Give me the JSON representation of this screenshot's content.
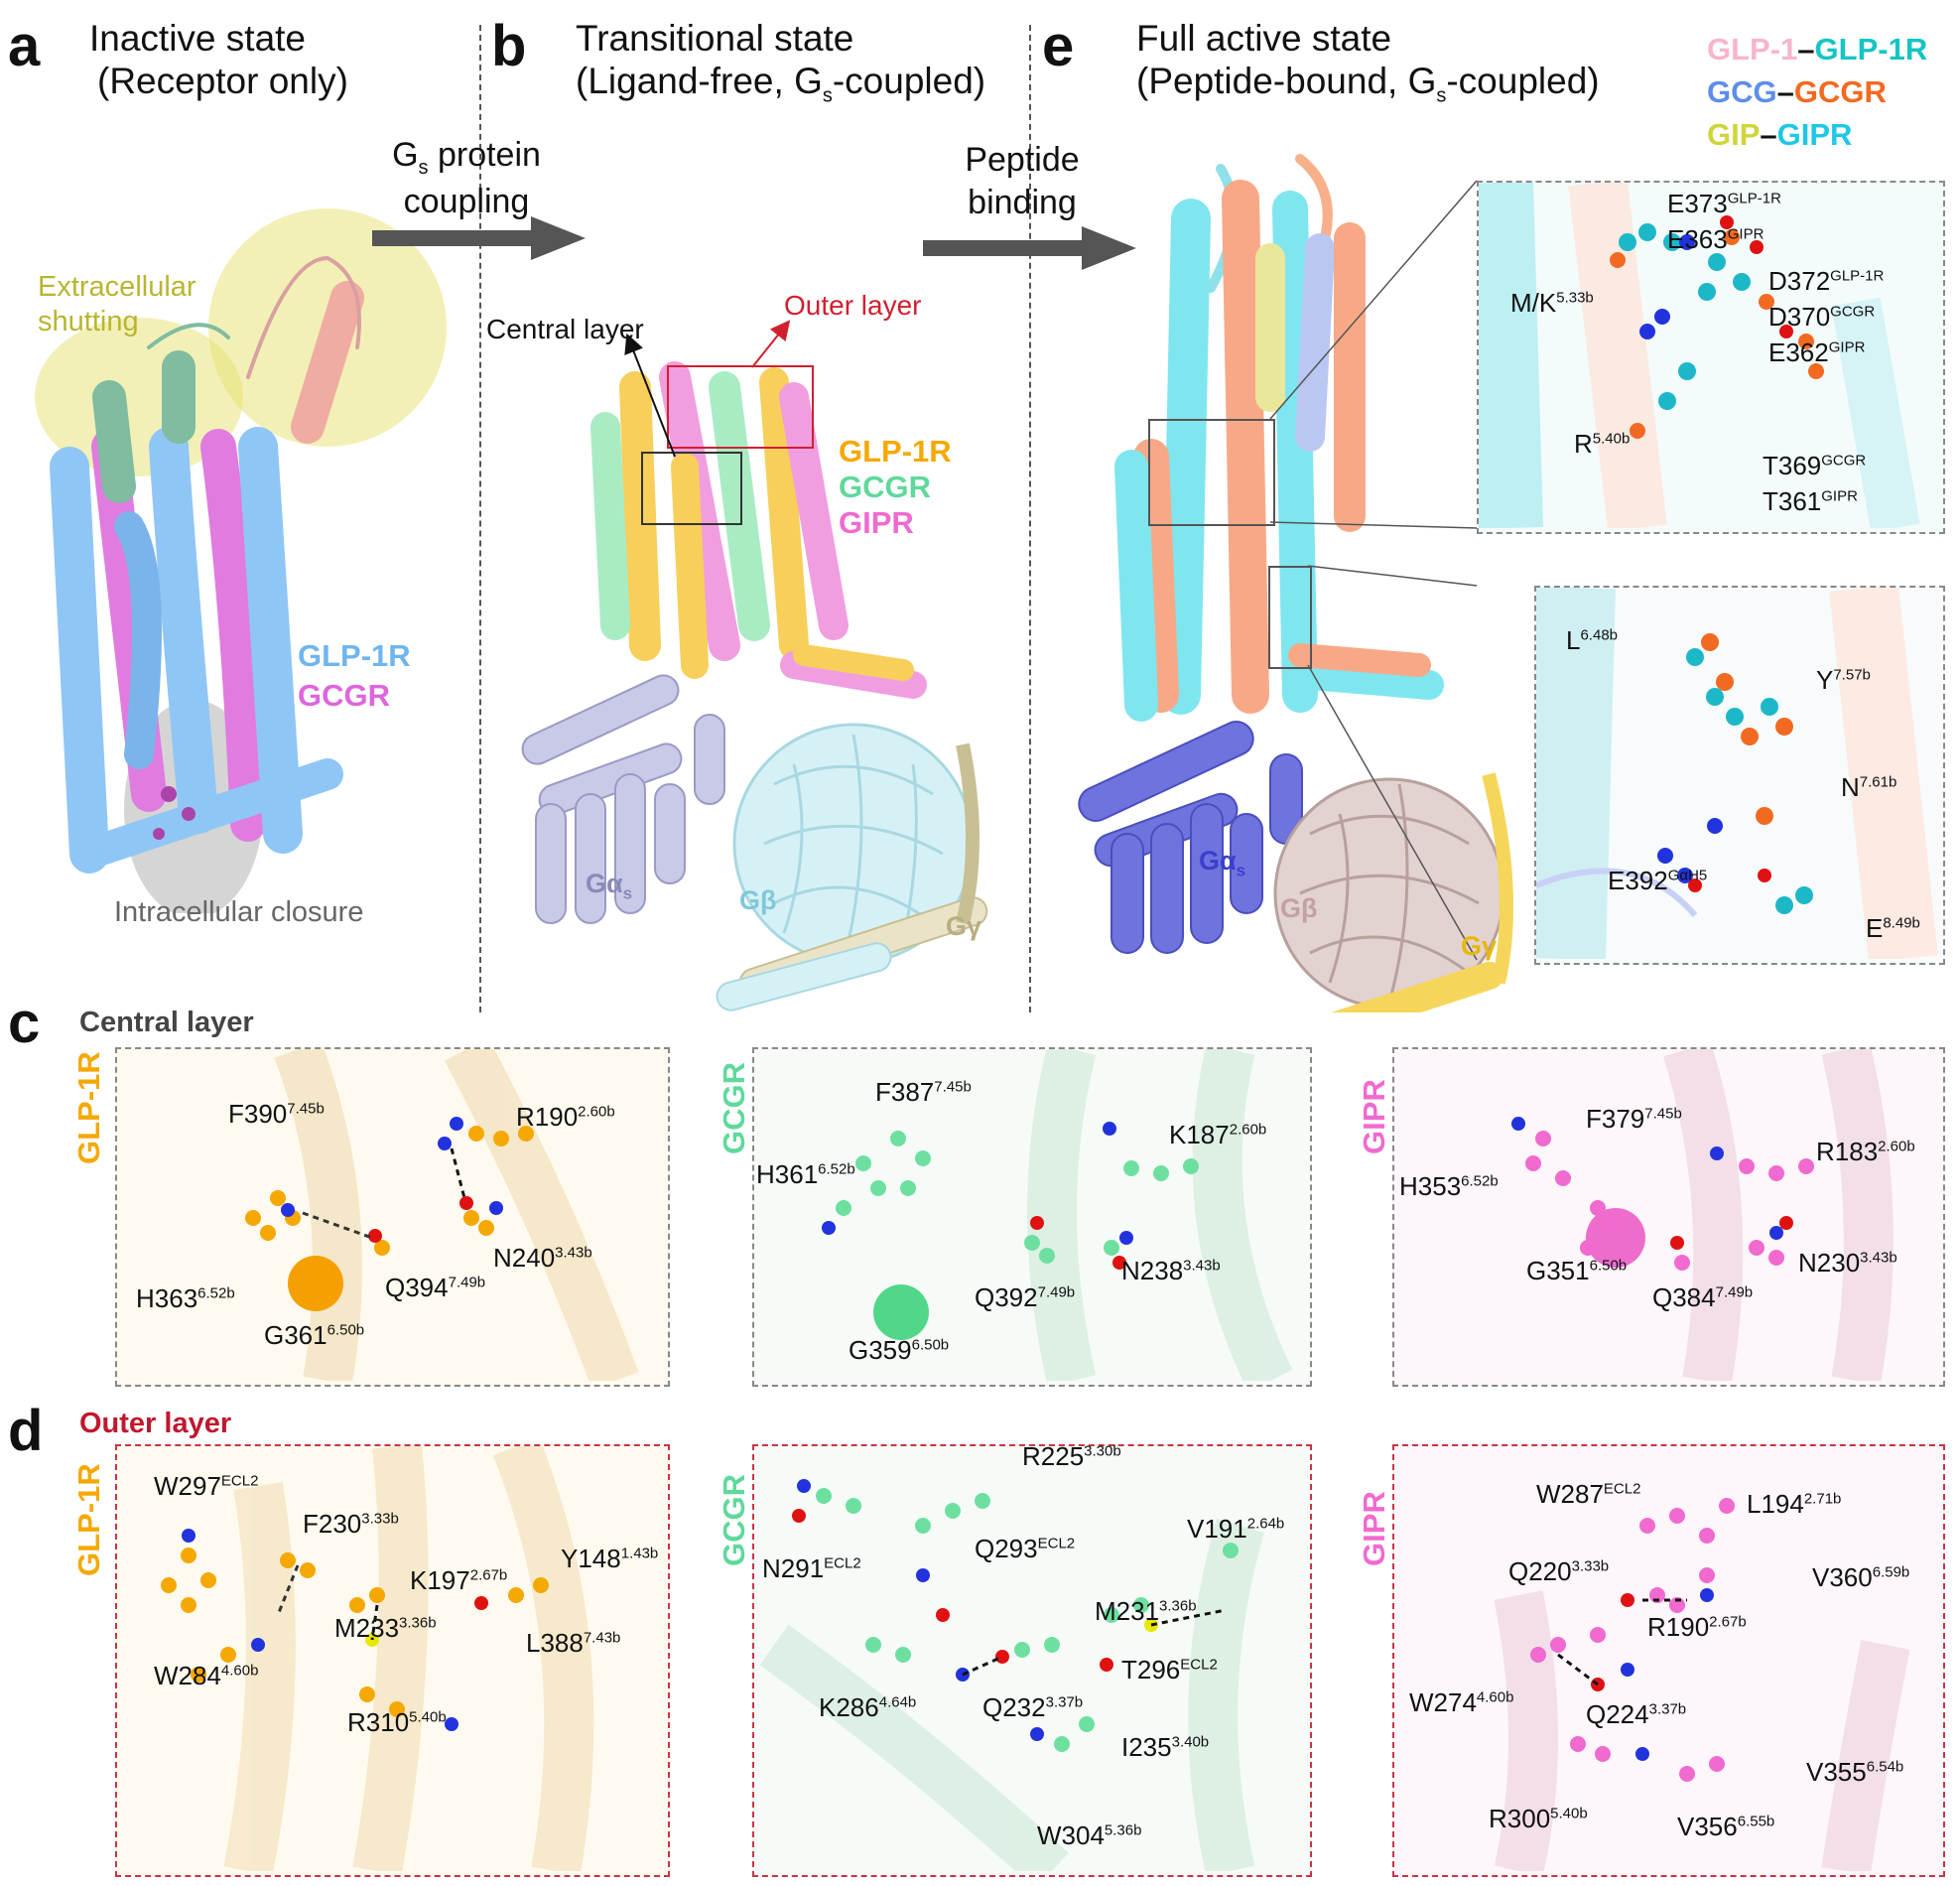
{
  "panels": {
    "a": {
      "letter": "a",
      "title": "Inactive state",
      "subtitle": "(Receptor only)",
      "annot_extracellular": "Extracellular\nshutting",
      "annot_intracellular": "Intracellular closure",
      "legend": [
        {
          "text": "GLP-1R",
          "color": "#6fb5f0"
        },
        {
          "text": "GCGR",
          "color": "#dd66dd"
        }
      ]
    },
    "b": {
      "letter": "b",
      "title": "Transitional state",
      "subtitle_pre": "(Ligand-free, G",
      "subtitle_sub": "s",
      "subtitle_post": "-coupled)",
      "arrow_pre": "G",
      "arrow_sub": "s",
      "arrow_post": " protein",
      "arrow_line2": "coupling",
      "central_layer": "Central layer",
      "outer_layer": "Outer layer",
      "legend": [
        {
          "text": "GLP-1R",
          "color": "#f5a800"
        },
        {
          "text": "GCGR",
          "color": "#5fd99b"
        },
        {
          "text": "GIPR",
          "color": "#f06ad0"
        }
      ],
      "subunits": {
        "ga_pre": "Gα",
        "ga_sub": "s",
        "gb": "Gβ",
        "gg": "Gγ"
      }
    },
    "e": {
      "letter": "e",
      "title": "Full active state",
      "subtitle_pre": "(Peptide-bound, G",
      "subtitle_sub": "s",
      "subtitle_post": "-coupled)",
      "arrow_line1": "Peptide",
      "arrow_line2": "binding",
      "legend": [
        {
          "a": "GLP-1",
          "a_color": "#f7b6c8",
          "b": "GLP-1R",
          "b_color": "#16c4c4"
        },
        {
          "a": "GCG",
          "a_color": "#5d8ee8",
          "b": "GCGR",
          "b_color": "#f26a21"
        },
        {
          "a": "GIP",
          "a_color": "#cfd63a",
          "b": "GIPR",
          "b_color": "#1ec8e6"
        }
      ],
      "subunits": {
        "ga_pre": "Gα",
        "ga_sub": "s",
        "gb": "Gβ",
        "gg": "Gγ"
      },
      "inset_top": [
        {
          "t": "E373",
          "s": "GLP-1R"
        },
        {
          "t": "E363",
          "s": "GIPR"
        },
        {
          "t": "D372",
          "s": "GLP-1R"
        },
        {
          "t": "M/K",
          "s": "5.33b"
        },
        {
          "t": "D370",
          "s": "GCGR"
        },
        {
          "t": "E362",
          "s": "GIPR"
        },
        {
          "t": "R",
          "s": "5.40b"
        },
        {
          "t": "T369",
          "s": "GCGR"
        },
        {
          "t": "T361",
          "s": "GIPR"
        }
      ],
      "inset_bottom": [
        {
          "t": "L",
          "s": "6.48b"
        },
        {
          "t": "Y",
          "s": "7.57b"
        },
        {
          "t": "N",
          "s": "7.61b"
        },
        {
          "t": "E392",
          "s": "GαH5"
        },
        {
          "t": "E",
          "s": "8.49b"
        }
      ]
    },
    "c": {
      "letter": "c",
      "section": "Central layer",
      "section_color": "#444444",
      "boxes": [
        {
          "receptor": "GLP-1R",
          "color": "#f5a800",
          "labels": [
            {
              "t": "F390",
              "s": "7.45b"
            },
            {
              "t": "R190",
              "s": "2.60b"
            },
            {
              "t": "N240",
              "s": "3.43b"
            },
            {
              "t": "H363",
              "s": "6.52b"
            },
            {
              "t": "Q394",
              "s": "7.49b"
            },
            {
              "t": "G361",
              "s": "6.50b"
            }
          ]
        },
        {
          "receptor": "GCGR",
          "color": "#5fd99b",
          "labels": [
            {
              "t": "F387",
              "s": "7.45b"
            },
            {
              "t": "K187",
              "s": "2.60b"
            },
            {
              "t": "H361",
              "s": "6.52b"
            },
            {
              "t": "N238",
              "s": "3.43b"
            },
            {
              "t": "Q392",
              "s": "7.49b"
            },
            {
              "t": "G359",
              "s": "6.50b"
            }
          ]
        },
        {
          "receptor": "GIPR",
          "color": "#f06ad0",
          "labels": [
            {
              "t": "F379",
              "s": "7.45b"
            },
            {
              "t": "H353",
              "s": "6.52b"
            },
            {
              "t": "R183",
              "s": "2.60b"
            },
            {
              "t": "N230",
              "s": "3.43b"
            },
            {
              "t": "G351",
              "s": "6.50b"
            },
            {
              "t": "Q384",
              "s": "7.49b"
            }
          ]
        }
      ]
    },
    "d": {
      "letter": "d",
      "section": "Outer layer",
      "section_color": "#c0182e",
      "boxes": [
        {
          "receptor": "GLP-1R",
          "color": "#f5a800",
          "labels": [
            {
              "t": "W297",
              "s": "ECL2"
            },
            {
              "t": "F230",
              "s": "3.33b"
            },
            {
              "t": "Y148",
              "s": "1.43b"
            },
            {
              "t": "K197",
              "s": "2.67b"
            },
            {
              "t": "M233",
              "s": "3.36b"
            },
            {
              "t": "L388",
              "s": "7.43b"
            },
            {
              "t": "W284",
              "s": "4.60b"
            },
            {
              "t": "R310",
              "s": "5.40b"
            }
          ]
        },
        {
          "receptor": "GCGR",
          "color": "#5fd99b",
          "labels": [
            {
              "t": "R225",
              "s": "3.30b"
            },
            {
              "t": "N291",
              "s": "ECL2"
            },
            {
              "t": "Q293",
              "s": "ECL2"
            },
            {
              "t": "V191",
              "s": "2.64b"
            },
            {
              "t": "M231",
              "s": "3.36b"
            },
            {
              "t": "T296",
              "s": "ECL2"
            },
            {
              "t": "K286",
              "s": "4.64b"
            },
            {
              "t": "Q232",
              "s": "3.37b"
            },
            {
              "t": "I235",
              "s": "3.40b"
            },
            {
              "t": "W304",
              "s": "5.36b"
            }
          ]
        },
        {
          "receptor": "GIPR",
          "color": "#f06ad0",
          "labels": [
            {
              "t": "W287",
              "s": "ECL2"
            },
            {
              "t": "L194",
              "s": "2.71b"
            },
            {
              "t": "Q220",
              "s": "3.33b"
            },
            {
              "t": "V360",
              "s": "6.59b"
            },
            {
              "t": "R190",
              "s": "2.67b"
            },
            {
              "t": "W274",
              "s": "4.60b"
            },
            {
              "t": "Q224",
              "s": "3.37b"
            },
            {
              "t": "V355",
              "s": "6.54b"
            },
            {
              "t": "R300",
              "s": "5.40b"
            },
            {
              "t": "V356",
              "s": "6.55b"
            }
          ]
        }
      ]
    }
  }
}
